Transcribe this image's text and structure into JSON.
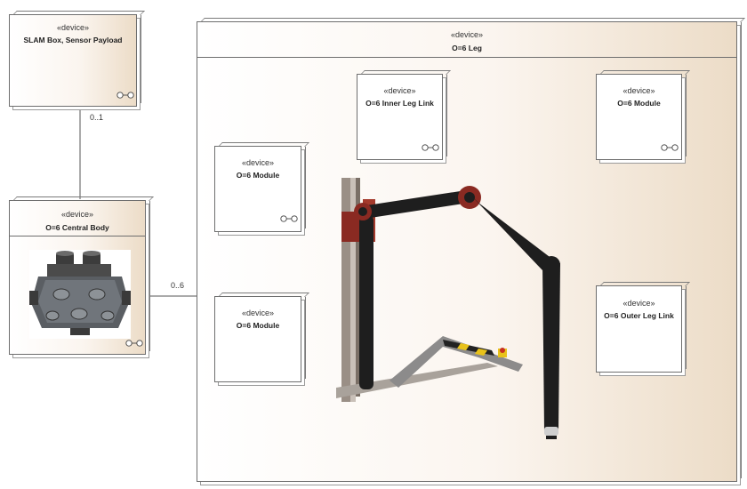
{
  "nodes": {
    "slam_box": {
      "stereotype": "«device»",
      "name": "SLAM Box, Sensor Payload"
    },
    "central_body": {
      "stereotype": "«device»",
      "name": "O=6 Central Body"
    },
    "leg": {
      "stereotype": "«device»",
      "name": "O=6 Leg"
    },
    "inner_leg_link": {
      "stereotype": "«device»",
      "name": "O=6 Inner Leg Link"
    },
    "module_top_right": {
      "stereotype": "«device»",
      "name": "O=6 Module"
    },
    "module_left_upper": {
      "stereotype": "«device»",
      "name": "O=6 Module"
    },
    "module_left_lower": {
      "stereotype": "«device»",
      "name": "O=6 Module"
    },
    "outer_leg_link": {
      "stereotype": "«device»",
      "name": "O=6 Outer Leg Link"
    }
  },
  "multiplicities": {
    "slam_to_body": "0..1",
    "body_to_leg": "0..6"
  },
  "icons": {
    "node_icon": "device-node-icon"
  },
  "colors": {
    "node_gradient_end": "#ecdcc7",
    "border": "#6e6e6e",
    "leg_tube": "#1e1e1e",
    "joint_red": "#8a2a22",
    "frame_metal": "#9a8f86"
  }
}
